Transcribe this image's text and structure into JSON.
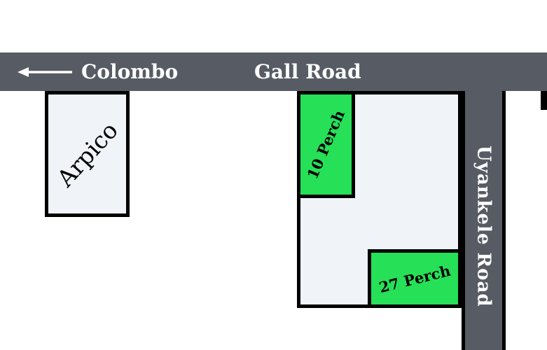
{
  "roads": {
    "gall": {
      "label": "Gall Road",
      "direction": {
        "label": "Colombo",
        "arrow_icon": "west-arrow"
      }
    },
    "uyankele": {
      "label": "Uyankele Road"
    }
  },
  "landmarks": {
    "arpico": {
      "label": "Arpico"
    }
  },
  "plots": [
    {
      "label": "10 Perch"
    },
    {
      "label": "27 Perch"
    }
  ],
  "colors": {
    "road": "#575C64",
    "plot_green": "#26E058",
    "parcel_fill": "#F0F3F7",
    "outline": "#000000",
    "road_text": "#FFFFFF",
    "label_text": "#000000"
  }
}
